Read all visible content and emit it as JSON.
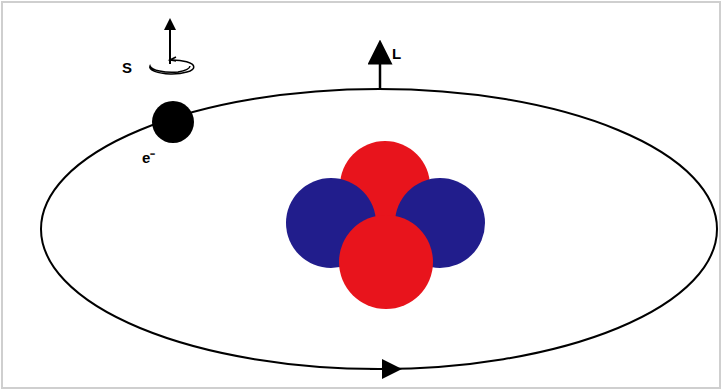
{
  "diagram": {
    "labels": [
      "S",
      "L",
      "e⁻"
    ]
  }
}
